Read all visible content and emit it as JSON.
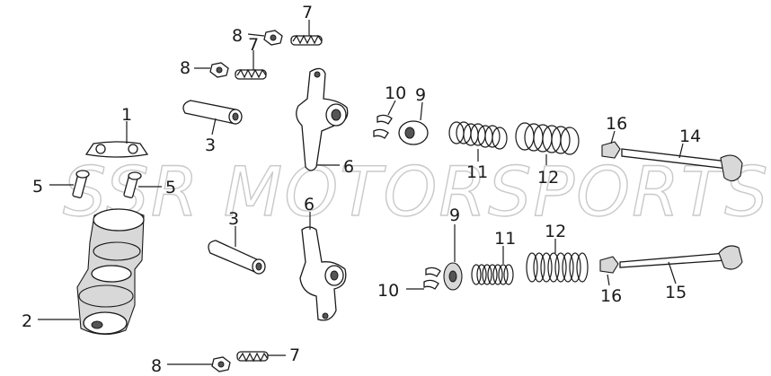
{
  "watermark": "SSR MOTORSPORTS",
  "labels": {
    "p1": "1",
    "p2": "2",
    "p3a": "3",
    "p3b": "3",
    "p5a": "5",
    "p5b": "5",
    "p6a": "6",
    "p6b": "6",
    "p7a": "7",
    "p7b": "7",
    "p7c": "7",
    "p8a": "8",
    "p8b": "8",
    "p8c": "8",
    "p9a": "9",
    "p9b": "9",
    "p10a": "10",
    "p10b": "10",
    "p11a": "11",
    "p11b": "11",
    "p12a": "12",
    "p12b": "12",
    "p14": "14",
    "p15": "15",
    "p16a": "16",
    "p16b": "16"
  }
}
